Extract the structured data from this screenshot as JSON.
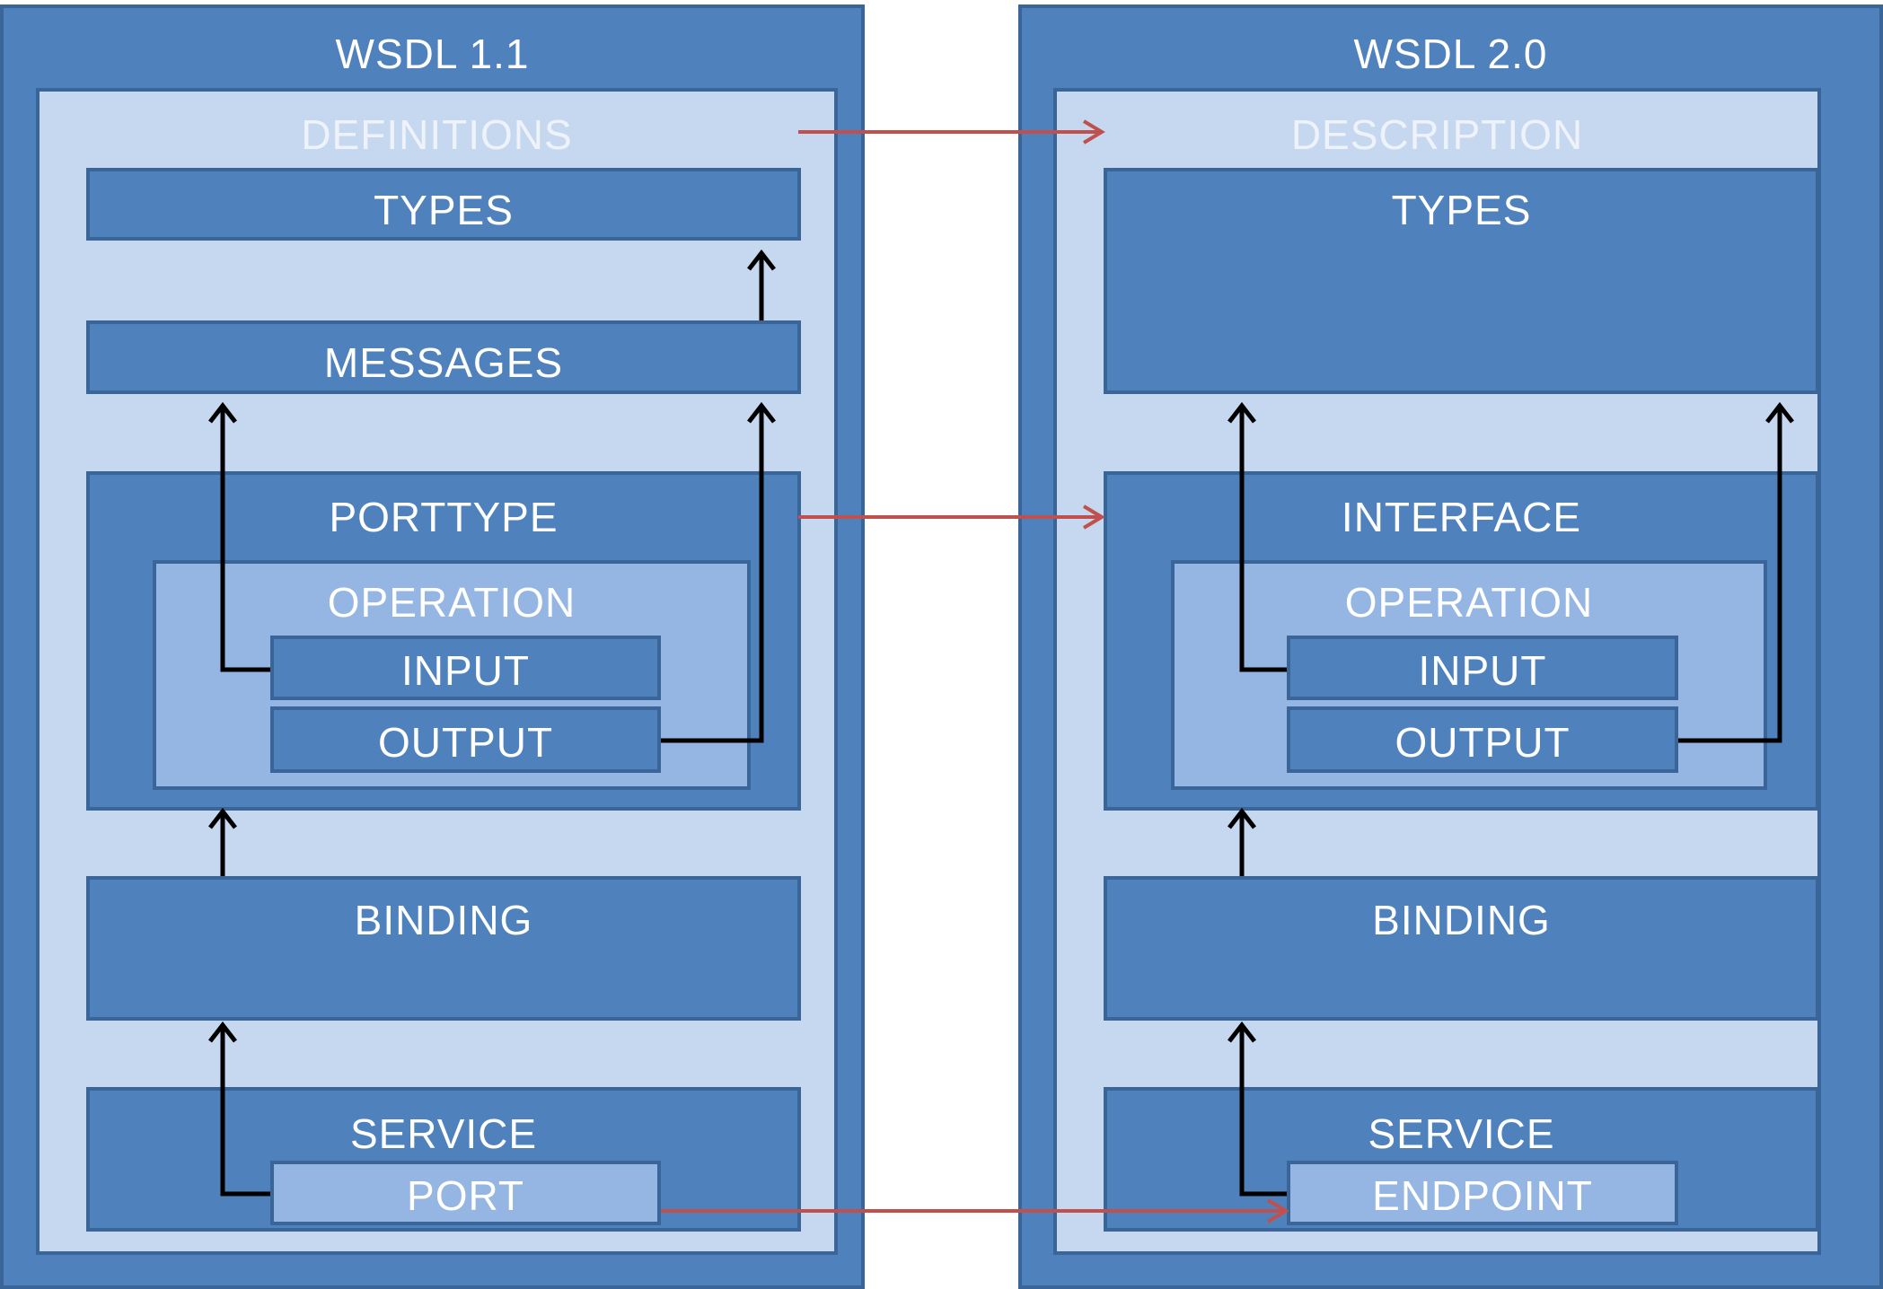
{
  "left": {
    "title": "WSDL 1.1",
    "container": "DEFINITIONS",
    "types": "TYPES",
    "messages": "MESSAGES",
    "porttype": "PORTTYPE",
    "operation": "OPERATION",
    "input": "INPUT",
    "output": "OUTPUT",
    "binding": "BINDING",
    "service": "SERVICE",
    "port": "PORT"
  },
  "right": {
    "title": "WSDL 2.0",
    "container": "DESCRIPTION",
    "types": "TYPES",
    "interface": "INTERFACE",
    "operation": "OPERATION",
    "input": "INPUT",
    "output": "OUTPUT",
    "binding": "BINDING",
    "service": "SERVICE",
    "endpoint": "ENDPOINT"
  },
  "colors": {
    "dark_blue": "#4f81bd",
    "border_blue": "#3a6598",
    "pale_blue": "#c6d8ef",
    "light_blue": "#95b6e2",
    "mapping_arrow": "#c0504d",
    "reference_arrow": "#000000"
  }
}
